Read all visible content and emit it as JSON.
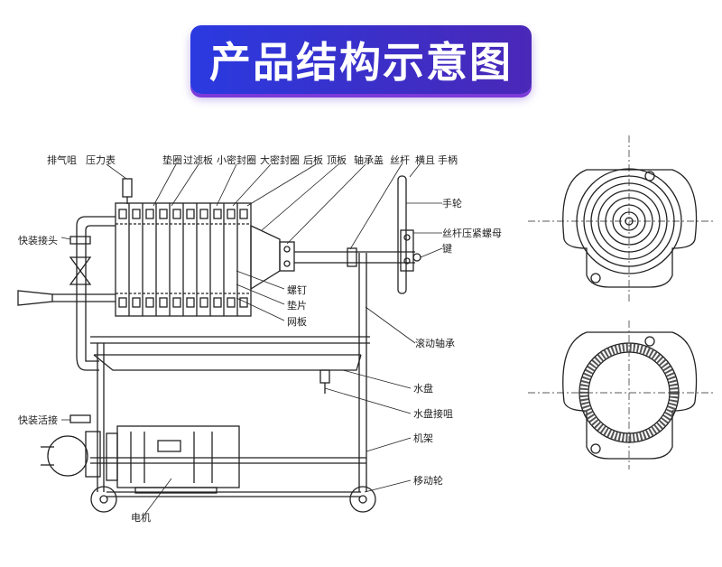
{
  "title": "产品结构示意图",
  "labels": {
    "exhaust_nozzle": "排气咀",
    "pressure_gauge": "压力表",
    "gasket": "垫圈",
    "filter_plate": "过滤板",
    "small_seal": "小密封圈",
    "large_seal": "大密封圈",
    "rear_plate": "后板",
    "top_plate": "顶板",
    "bearing_cover": "轴承盖",
    "screw_rod": "丝杆",
    "crossbar": "横且",
    "handle": "手柄",
    "handwheel": "手轮",
    "screw_press_nut": "丝杆压紧螺母",
    "key": "键",
    "quick_joint_top": "快装接头",
    "screw": "螺钉",
    "washer": "垫片",
    "mesh_plate": "网板",
    "rolling_bearing": "滚动轴承",
    "water_tray": "水盘",
    "water_tray_nozzle": "水盘接咀",
    "frame": "机架",
    "quick_live_joint": "快装活接",
    "casters": "移动轮",
    "motor": "电机"
  }
}
